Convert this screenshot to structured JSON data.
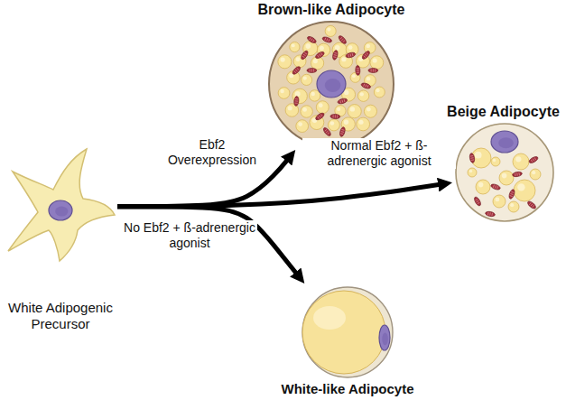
{
  "diagram": {
    "nodes": [
      {
        "text": [
          "White Adipogenic Precursor"
        ]
      },
      {
        "text": [
          "Brown-like Adipocyte"
        ]
      },
      {
        "text": [
          "Beige Adipocyte"
        ]
      },
      {
        "text": [
          "White-like Adipocyte"
        ]
      }
    ],
    "edges": [
      {
        "from": 0,
        "to": 1,
        "arrow": "to",
        "label": "Ebf2 Overexpression"
      },
      {
        "from": 0,
        "to": 2,
        "arrow": "to",
        "label": "Normal Ebf2 + ß-adrenergic agonist"
      },
      {
        "from": 0,
        "to": 3,
        "arrow": "to",
        "label": "No Ebf2 + ß-adrenergic agonist"
      }
    ]
  }
}
